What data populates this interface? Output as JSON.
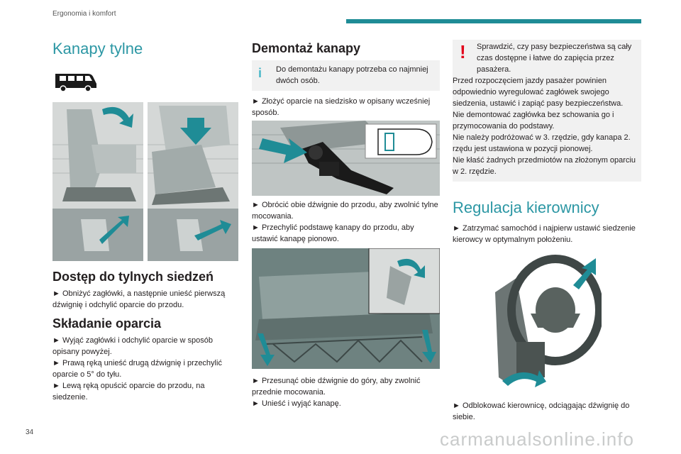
{
  "header": {
    "section": "Ergonomia i komfort"
  },
  "page": {
    "title": "Kanapy tylne",
    "number": "34"
  },
  "col1": {
    "access_heading": "Dostęp do tylnych siedzeń",
    "access_text": "► Obniżyć zagłówki, a następnie unieść pierwszą dźwignię i odchylić oparcie do przodu.",
    "fold_heading": "Składanie oparcia",
    "fold_lines": [
      "► Wyjąć zagłówki i odchylić oparcie w sposób opisany powyżej.",
      "► Prawą ręką unieść drugą dźwignię i przechylić oparcie o 5° do tyłu.",
      "► Lewą ręką opuścić oparcie do przodu, na siedzenie."
    ]
  },
  "col2": {
    "heading": "Demontaż kanapy",
    "info_note": "Do demontażu kanapy potrzeba co najmniej dwóch osób.",
    "step1": "► Złożyć oparcie na siedzisko w opisany wcześniej sposób.",
    "step2_lines": [
      "► Obrócić obie dźwignie do przodu, aby zwolnić tylne mocowania.",
      "► Przechylić podstawę kanapy do przodu, aby ustawić kanapę pionowo."
    ],
    "step3_lines": [
      "► Przesunąć obie dźwignie do góry, aby zwolnić przednie mocowania.",
      "► Unieść i wyjąć kanapę."
    ]
  },
  "col3": {
    "warning_lines": [
      "Sprawdzić, czy pasy bezpieczeństwa są cały czas dostępne i łatwe do zapięcia przez pasażera.",
      "Przed rozpoczęciem jazdy pasażer powinien odpowiednio wyregulować zagłówek swojego siedzenia, ustawić i zapiąć pasy bezpieczeństwa.",
      "Nie demontować zagłówka bez schowania go i przymocowania do podstawy.",
      "Nie należy podróżować w 3. rzędzie, gdy kanapa 2. rzędu jest ustawiona w pozycji pionowej.",
      "Nie kłaść żadnych przedmiotów na złożonym oparciu w 2. rzędzie."
    ],
    "heading": "Regulacja kierownicy",
    "step1": "► Zatrzymać samochód i najpierw ustawić siedzenie kierowcy w optymalnym położeniu.",
    "step2": "► Odblokować kierownicę, odciągając dźwignię do siebie."
  },
  "footer": {
    "watermark": "carmanualsonline.info"
  },
  "colors": {
    "accent": "#2c97a4",
    "arrow": "#1f8c96",
    "warning": "#e2001a",
    "info": "#49b7c8"
  }
}
